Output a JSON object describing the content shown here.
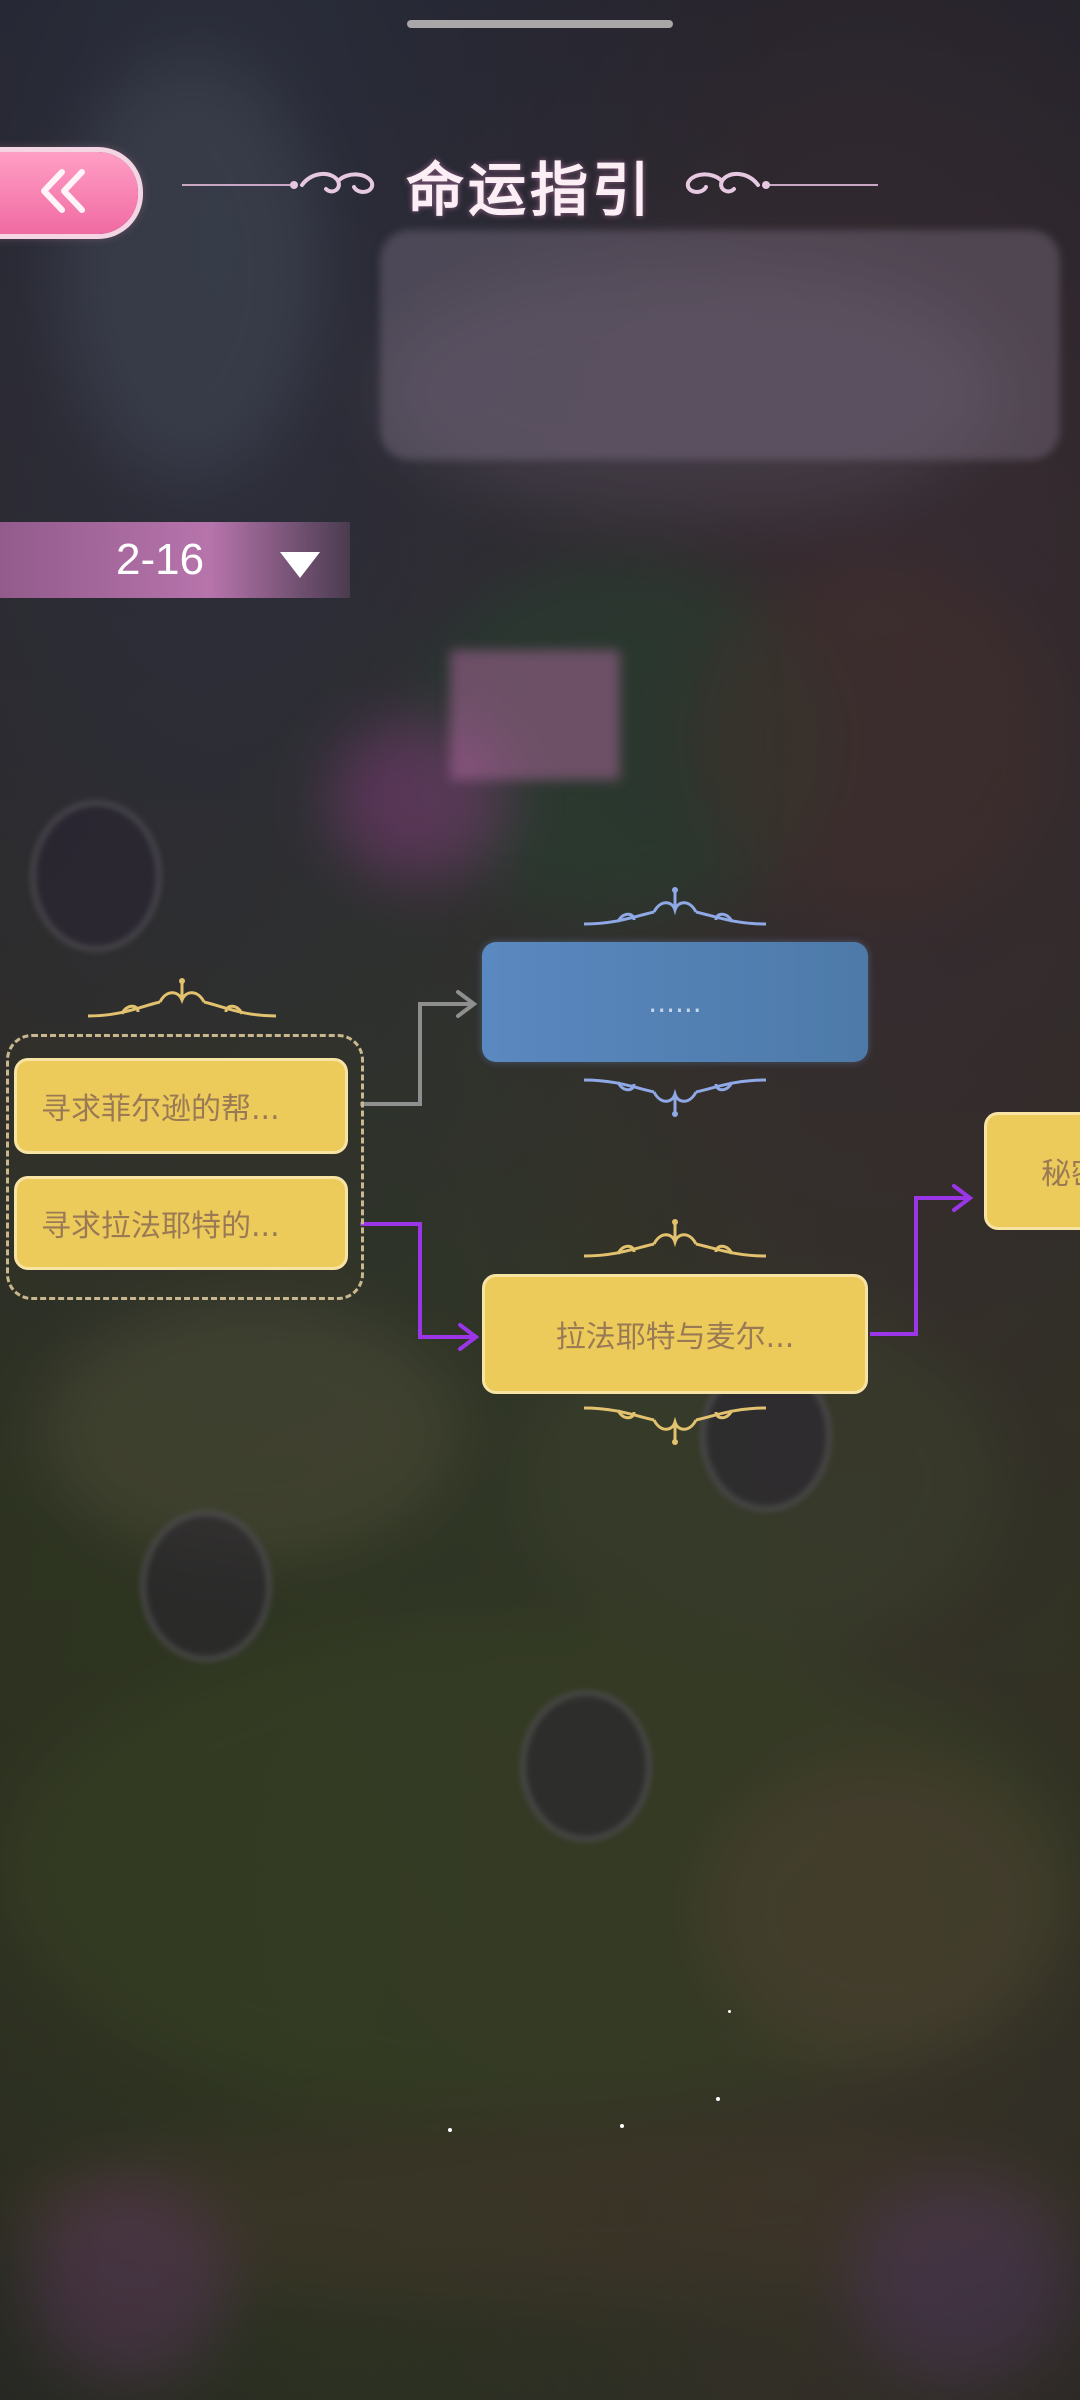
{
  "header": {
    "title": "命运指引",
    "back_icon": "double-chevron-left-icon"
  },
  "chapter_selector": {
    "value": "2-16",
    "icon": "triangle-down-icon"
  },
  "guide_nodes": {
    "option_1": "寻求菲尔逊的帮...",
    "option_2": "寻求拉法耶特的...",
    "locked_node": "......",
    "current_node": "拉法耶特与麦尔...",
    "next_node": "秘密"
  },
  "colors": {
    "node_fill": "#eccb5b",
    "node_text": "#9a7a55",
    "active_path": "#9b36e8",
    "inactive_path": "#8f8f8f",
    "locked_node": "#5a88c0",
    "back_button": "#f06aa2"
  }
}
